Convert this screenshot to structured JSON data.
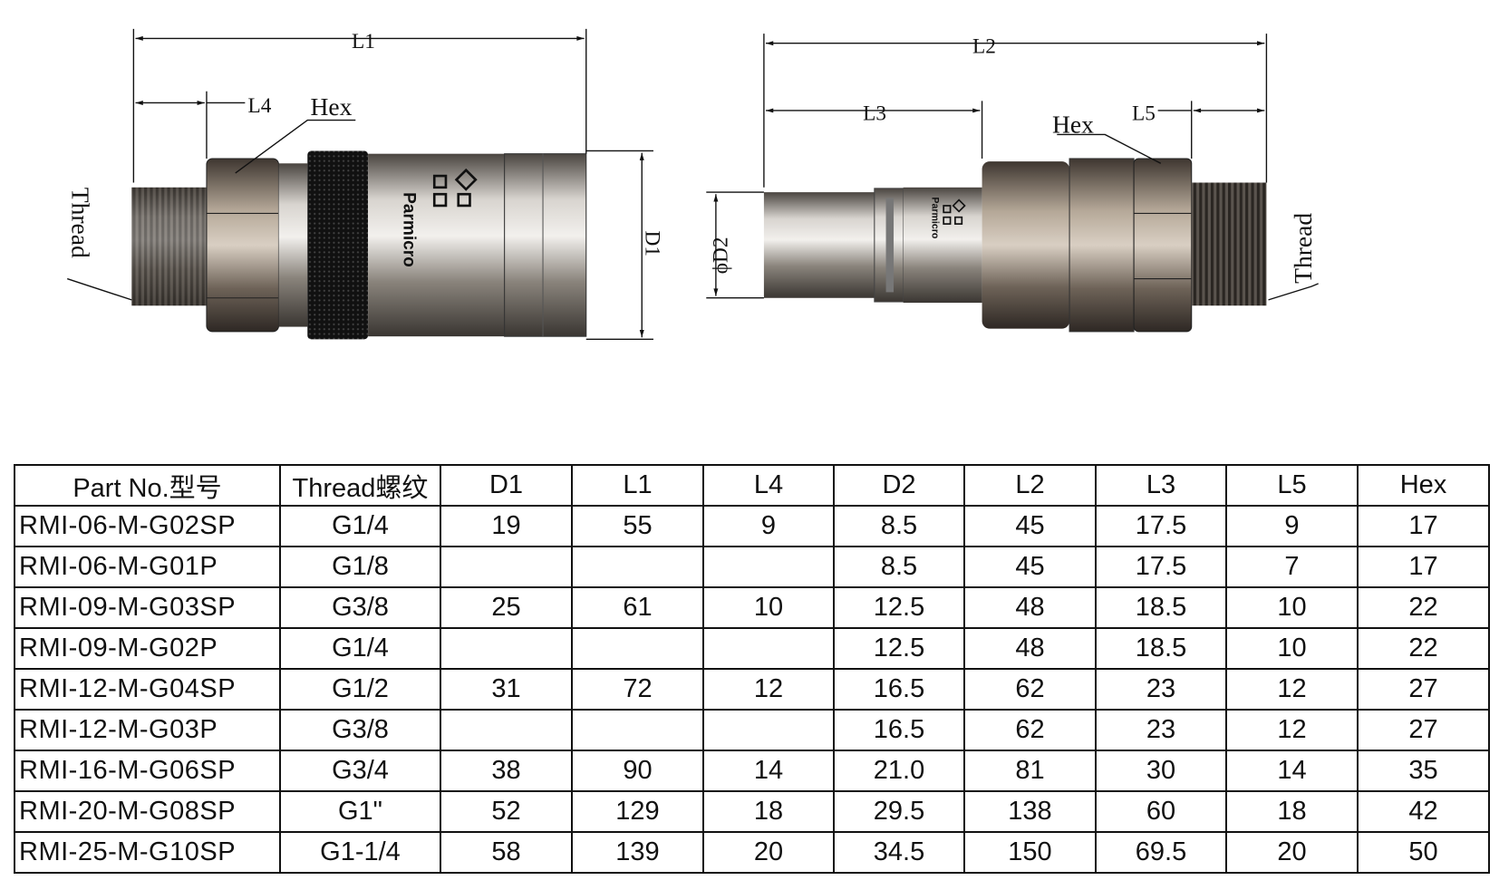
{
  "drawing": {
    "socket": {
      "labels": {
        "L1": "L1",
        "L4": "L4",
        "Hex": "Hex",
        "D1": "D1",
        "Thread": "Thread"
      },
      "brand_logo": "Parmicro"
    },
    "plug": {
      "labels": {
        "L2": "L2",
        "L3": "L3",
        "L5": "L5",
        "Hex": "Hex",
        "D2": "ϕD2",
        "Thread": "Thread"
      },
      "brand_logo": "Parmicro"
    },
    "colors": {
      "steel": "#9a948c",
      "knurl": "#1a1a1a",
      "line": "#111111"
    }
  },
  "table": {
    "headers": [
      "Part No.型号",
      "Thread螺纹",
      "D1",
      "L1",
      "L4",
      "D2",
      "L2",
      "L3",
      "L5",
      "Hex"
    ],
    "rows": [
      [
        "RMI-06-M-G02SP",
        "G1/4",
        "19",
        "55",
        "9",
        "8.5",
        "45",
        "17.5",
        "9",
        "17"
      ],
      [
        "RMI-06-M-G01P",
        "G1/8",
        "",
        "",
        "",
        "8.5",
        "45",
        "17.5",
        "7",
        "17"
      ],
      [
        "RMI-09-M-G03SP",
        "G3/8",
        "25",
        "61",
        "10",
        "12.5",
        "48",
        "18.5",
        "10",
        "22"
      ],
      [
        "RMI-09-M-G02P",
        "G1/4",
        "",
        "",
        "",
        "12.5",
        "48",
        "18.5",
        "10",
        "22"
      ],
      [
        "RMI-12-M-G04SP",
        "G1/2",
        "31",
        "72",
        "12",
        "16.5",
        "62",
        "23",
        "12",
        "27"
      ],
      [
        "RMI-12-M-G03P",
        "G3/8",
        "",
        "",
        "",
        "16.5",
        "62",
        "23",
        "12",
        "27"
      ],
      [
        "RMI-16-M-G06SP",
        "G3/4",
        "38",
        "90",
        "14",
        "21.0",
        "81",
        "30",
        "14",
        "35"
      ],
      [
        "RMI-20-M-G08SP",
        "G1\"",
        "52",
        "129",
        "18",
        "29.5",
        "138",
        "60",
        "18",
        "42"
      ],
      [
        "RMI-25-M-G10SP",
        "G1-1/4",
        "58",
        "139",
        "20",
        "34.5",
        "150",
        "69.5",
        "20",
        "50"
      ]
    ]
  }
}
